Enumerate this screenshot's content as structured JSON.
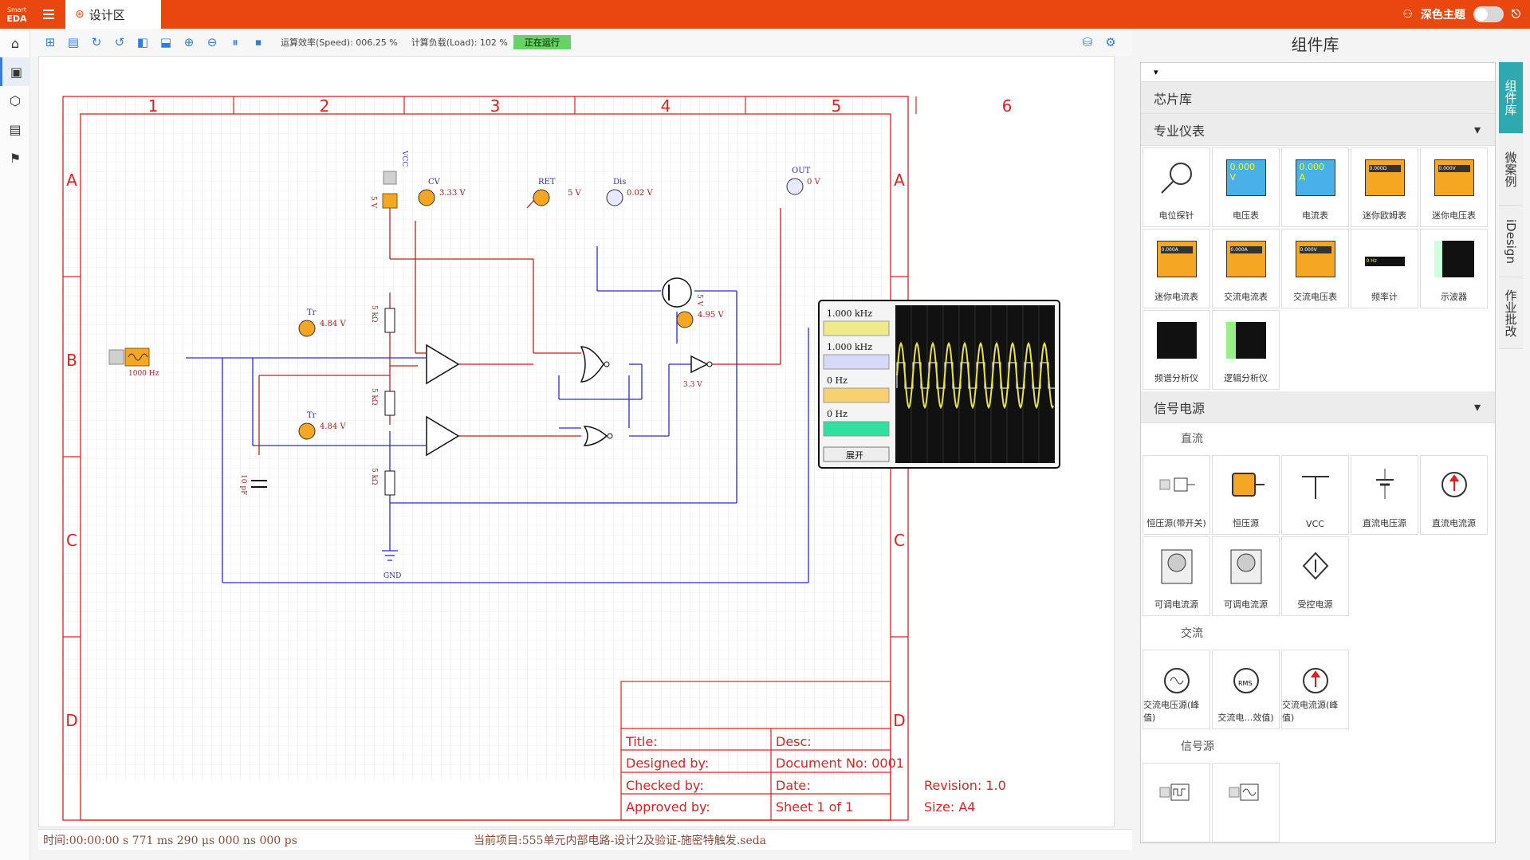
{
  "app": {
    "logo_line1": "Smart",
    "logo_line2": "EDA",
    "tab_label": "设计区",
    "theme_label": "深色主题"
  },
  "toolbar": {
    "speed_label": "运算效率(Speed): 006.25 %",
    "load_label": "计算负载(Load): 102 %",
    "running_label": "正在运行"
  },
  "status": {
    "time_text": "时间:00:00:00 s   771 ms   290 μs   000 ns   000 ps",
    "project_text": "当前项目:555单元内部电路-设计2及验证-施密特触发.seda"
  },
  "sheet": {
    "columns": [
      "1",
      "2",
      "3",
      "4",
      "5",
      "6"
    ],
    "rows": [
      "A",
      "B",
      "C",
      "D"
    ],
    "title": "Title:",
    "desc": "Desc:",
    "designed_by": "Designed by:",
    "document_no": "Document No: 0001",
    "checked_by": "Checked by:",
    "date": "Date:",
    "revision": "Revision: 1.0",
    "approved_by": "Approved by:",
    "sheet": "Sheet 1 of 1",
    "size": "Size: A4"
  },
  "schematic": {
    "vcc_label": "VCC",
    "vcc_value": "5 V",
    "cv_label": "CV",
    "cv_value": "3.33 V",
    "ret_label": "RET",
    "ret_value": "5 V",
    "dis_label": "Dis",
    "dis_value": "0.02 V",
    "out_label": "OUT",
    "out_value": "0 V",
    "tr1_label": "Tr",
    "tr1_value": "4.84 V",
    "tr2_label": "Tr",
    "tr2_value": "4.84 V",
    "q_value": "4.95 V",
    "q_supply": "5 V",
    "inv_value": "3.3 V",
    "src_freq": "1000 Hz",
    "r1": "5 kΩ",
    "r2": "5 kΩ",
    "r3": "5 kΩ",
    "cap": "10 pF",
    "gnd": "GND"
  },
  "scope": {
    "ch1": "1.000  kHz",
    "ch2": "1.000  kHz",
    "ch3": "0  Hz",
    "ch4": "0  Hz",
    "expand": "展开",
    "colors": [
      "#f0e98a",
      "#d8d8f8",
      "#f8d070",
      "#30e0a0"
    ]
  },
  "library": {
    "title": "组件库",
    "chip_lib": "芯片库",
    "instruments_cat": "专业仪表",
    "instruments": [
      "电位探针",
      "电压表",
      "电流表",
      "迷你欧姆表",
      "迷你电压表",
      "迷你电流表",
      "交流电流表",
      "交流电压表",
      "频率计",
      "示波器",
      "频谱分析仪",
      "逻辑分析仪"
    ],
    "instrument_readouts": [
      "0.000 V",
      "0.000 A",
      "0.000Ω",
      "0.000V",
      "0.000A",
      "0.000A",
      "0.000V",
      "0 Hz"
    ],
    "power_cat": "信号电源",
    "dc_sub": "直流",
    "dc_items": [
      "恒压源(带开关)",
      "恒压源",
      "VCC",
      "直流电压源",
      "直流电流源",
      "可调电流源",
      "可调电流源",
      "受控电源"
    ],
    "ac_sub": "交流",
    "ac_items": [
      "交流电压源(峰值)",
      "交流电…效值)",
      "交流电流源(峰值)"
    ],
    "ac_rms": "RMS",
    "signal_sub": "信号源"
  },
  "sidetabs": [
    "组件库",
    "微案例",
    "iDesign",
    "作业批改"
  ]
}
